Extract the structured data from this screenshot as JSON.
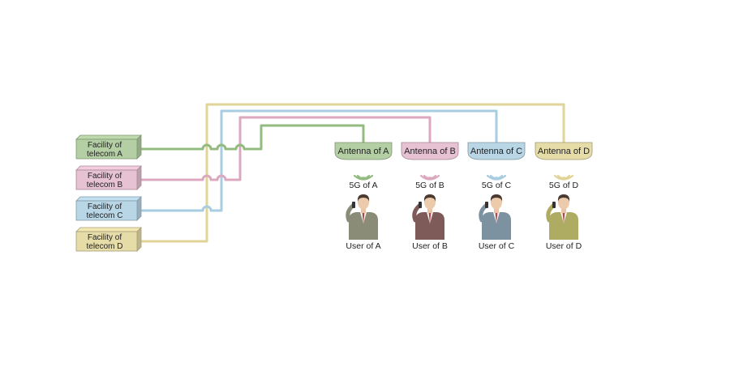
{
  "facilities": [
    {
      "line1": "Facility of",
      "line2": "telecom A",
      "color": "#b4cfa4"
    },
    {
      "line1": "Facility of",
      "line2": "telecom B",
      "color": "#e7c2d2"
    },
    {
      "line1": "Facility of",
      "line2": "telecom C",
      "color": "#b8d6e6"
    },
    {
      "line1": "Facility of",
      "line2": "telecom D",
      "color": "#e6dca8"
    }
  ],
  "antennas": [
    {
      "label": "Antenna of A",
      "signal": "5G of A",
      "user": "User of A",
      "color": "#b4cfa4",
      "line_color": "#93bb80",
      "suit": "#8a8c78"
    },
    {
      "label": "Antenna of B",
      "signal": "5G of B",
      "user": "User of B",
      "color": "#e7c2d2",
      "line_color": "#dca8c0",
      "suit": "#7e5a58"
    },
    {
      "label": "Antenna of C",
      "signal": "5G of C",
      "user": "User of C",
      "color": "#b8d6e6",
      "line_color": "#a8cce0",
      "suit": "#7c92a0"
    },
    {
      "label": "Antenna of D",
      "signal": "5G of D",
      "user": "User of D",
      "color": "#e6dca8",
      "line_color": "#e0d498",
      "suit": "#aeab62"
    }
  ],
  "icons": {
    "signal": "wifi-signal-icon",
    "user": "businessman-phone-icon"
  }
}
